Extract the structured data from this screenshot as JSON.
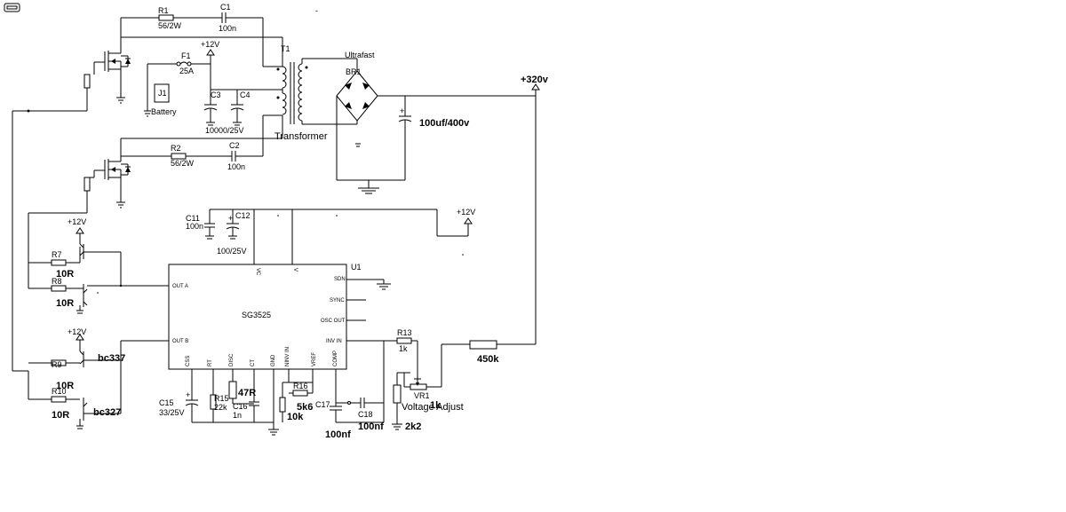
{
  "window": {
    "icon": "app-icon"
  },
  "labels": {
    "r1": "R1",
    "r1_val": "56/2W",
    "c1": "C1",
    "c1_val": "100n",
    "r2": "R2",
    "r2_val": "56/2W",
    "c2": "C2",
    "c2_val": "100n",
    "f1": "F1",
    "f1_val": "25A",
    "j1": "J1",
    "battery": "Battery",
    "vcc1": "+12V",
    "c3": "C3",
    "c4": "C4",
    "c34_val": "10000/25V",
    "t1": "T1",
    "transformer": "Transformer",
    "ultrafast": "Ultrafast",
    "br1": "BR1",
    "cap_hv": "100uf/400v",
    "hv_out": "+320v",
    "c11": "C11",
    "c11_val": "100n",
    "c12": "C12",
    "c12_val": "100/25V",
    "vcc2": "+12V",
    "vcc3": "+12V",
    "vcc4": "+12V",
    "r7": "R7",
    "r7_val": "10R",
    "r8": "R8",
    "r8_val": "10R",
    "r9": "R9",
    "r9_val": "10R",
    "r10": "R10",
    "r10_val": "10R",
    "bc337": "bc337",
    "bc327": "bc327",
    "u1": "U1",
    "ic": "SG3525",
    "pin_vc": "VC",
    "pin_v": "V",
    "pin_outa": "OUT A",
    "pin_outb": "OUT B",
    "pin_sdn": "SDN",
    "pin_sync": "SYNC",
    "pin_osc": "OSC OUT",
    "pin_inv": "INV IN",
    "pin_css": "CSS",
    "pin_rt": "RT",
    "pin_disc": "DISC",
    "pin_ct": "CT",
    "pin_gnd": "GND",
    "pin_ninv": "NINV IN",
    "pin_vref": "VREF",
    "pin_comp": "COMP",
    "c15": "C15",
    "c15_val": "33/25V",
    "r15": "R15",
    "r15_val": "22k",
    "c16": "C16",
    "c16_val": "1n",
    "r47": "47R",
    "r16": "R16",
    "r16_val": "5k6",
    "r10k": "10k",
    "c17": "C17",
    "c17_val": "100nf",
    "c18": "C18",
    "c18_val": "100nf",
    "r13": "R13",
    "r13_val": "1k",
    "vr1": "VR1",
    "vr1_name": "Voltage Adjust",
    "vr1_val": "1k",
    "r_bot": "2k2",
    "r_fb": "450k",
    "mark_dash": "-"
  }
}
